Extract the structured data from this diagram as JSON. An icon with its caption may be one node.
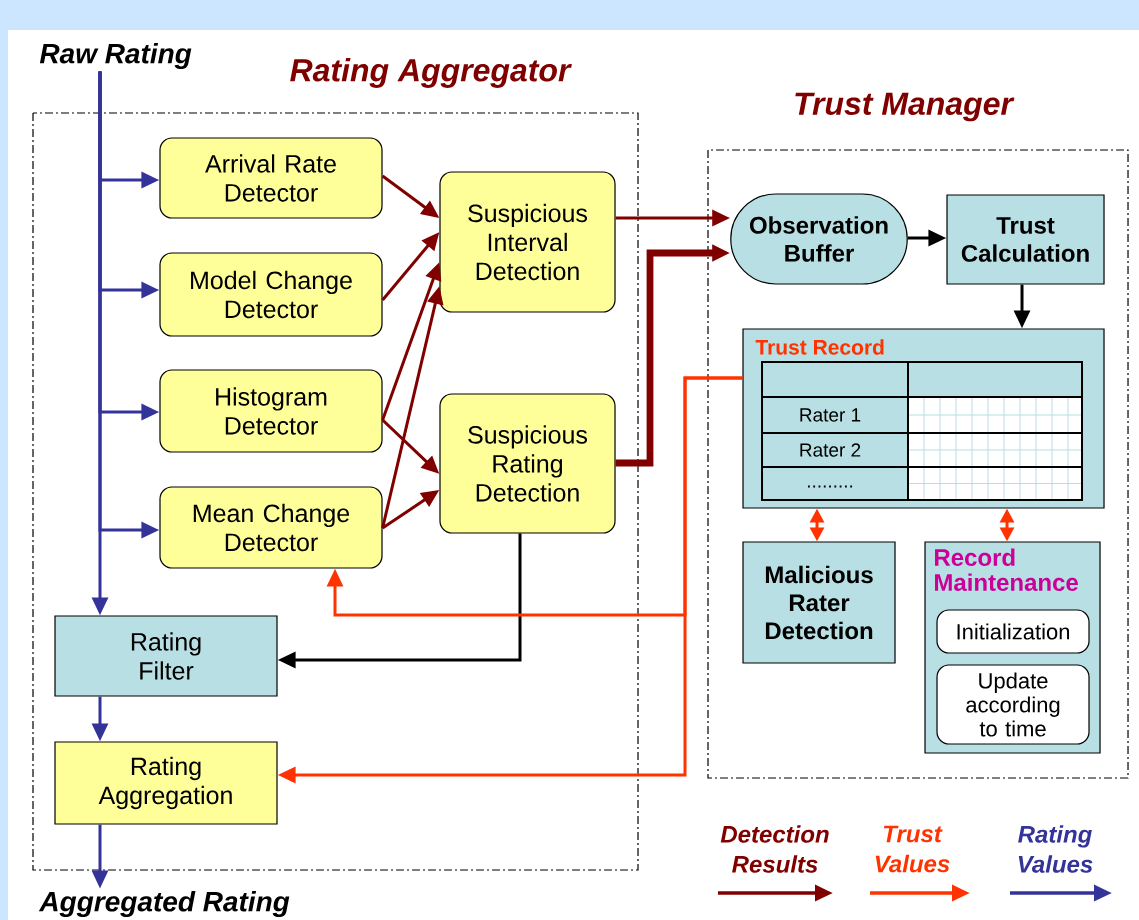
{
  "diagram": {
    "nodes": [
      {
        "text": [
          "Rating Aggregator"
        ]
      },
      {
        "text": [
          "Arrival Rate Detector"
        ],
        "in": 0
      },
      {
        "text": [
          "Model Change Detector"
        ],
        "in": 0
      },
      {
        "text": [
          "Histogram Detector"
        ],
        "in": 0
      },
      {
        "text": [
          "Mean Change Detector"
        ],
        "in": 0
      },
      {
        "text": [
          "Suspicious Interval Detection"
        ],
        "in": 0
      },
      {
        "text": [
          "Suspicious Rating Detection"
        ],
        "in": 0
      },
      {
        "text": [
          "Rating Filter"
        ],
        "in": 0
      },
      {
        "text": [
          "Rating Aggregation"
        ],
        "in": 0
      },
      {
        "text": [
          "Trust Manager"
        ]
      },
      {
        "text": [
          "Observation Buffer"
        ],
        "in": 9
      },
      {
        "text": [
          "Trust Calculation"
        ],
        "in": 9
      },
      {
        "text": [
          "Trust Record",
          "Rater 1",
          "Rater 2",
          "........."
        ],
        "in": 9
      },
      {
        "text": [
          "Malicious Rater Detection"
        ],
        "in": 9
      },
      {
        "text": [
          "Record Maintenance"
        ],
        "in": 9
      },
      {
        "text": [
          "Initialization"
        ],
        "in": 14
      },
      {
        "text": [
          "Update according to time"
        ],
        "in": 14
      },
      {
        "text": [
          "Raw Rating"
        ]
      },
      {
        "text": [
          "Aggregated Rating"
        ]
      }
    ],
    "edges": [
      {
        "from": 17,
        "to": 1,
        "arrow": "to",
        "color": "#333399"
      },
      {
        "from": 17,
        "to": 2,
        "arrow": "to",
        "color": "#333399"
      },
      {
        "from": 17,
        "to": 3,
        "arrow": "to",
        "color": "#333399"
      },
      {
        "from": 17,
        "to": 4,
        "arrow": "to",
        "color": "#333399"
      },
      {
        "from": 17,
        "to": 7,
        "arrow": "to",
        "color": "#333399"
      },
      {
        "from": 7,
        "to": 8,
        "arrow": "to",
        "color": "#333399"
      },
      {
        "from": 8,
        "to": 18,
        "arrow": "to",
        "color": "#333399"
      },
      {
        "from": 1,
        "to": 5,
        "arrow": "to"
      },
      {
        "from": 2,
        "to": 5,
        "arrow": "to"
      },
      {
        "from": 3,
        "to": 5,
        "arrow": "to"
      },
      {
        "from": 3,
        "to": 6,
        "arrow": "to"
      },
      {
        "from": 4,
        "to": 5,
        "arrow": "to"
      },
      {
        "from": 4,
        "to": 6,
        "arrow": "to"
      },
      {
        "from": 5,
        "to": 10,
        "arrow": "to"
      },
      {
        "from": 6,
        "to": 10,
        "arrow": "to",
        "style": "thick"
      },
      {
        "from": 10,
        "to": 11,
        "arrow": "to",
        "color": "#000000"
      },
      {
        "from": 11,
        "to": 12,
        "arrow": "to",
        "color": "#000000"
      },
      {
        "from": 6,
        "to": 7,
        "arrow": "to",
        "color": "#000000"
      },
      {
        "from": 12,
        "to": 4,
        "arrow": "to",
        "color": "#ff3300"
      },
      {
        "from": 12,
        "to": 8,
        "arrow": "to",
        "color": "#ff3300"
      },
      {
        "from": 12,
        "to": 13,
        "arrow": "both",
        "color": "#ff3300"
      },
      {
        "from": 12,
        "to": 14,
        "arrow": "both",
        "color": "#ff3300"
      }
    ],
    "legend": [
      {
        "text": "Detection Results"
      },
      {
        "text": "Trust Values"
      },
      {
        "text": "Rating Values"
      }
    ]
  }
}
